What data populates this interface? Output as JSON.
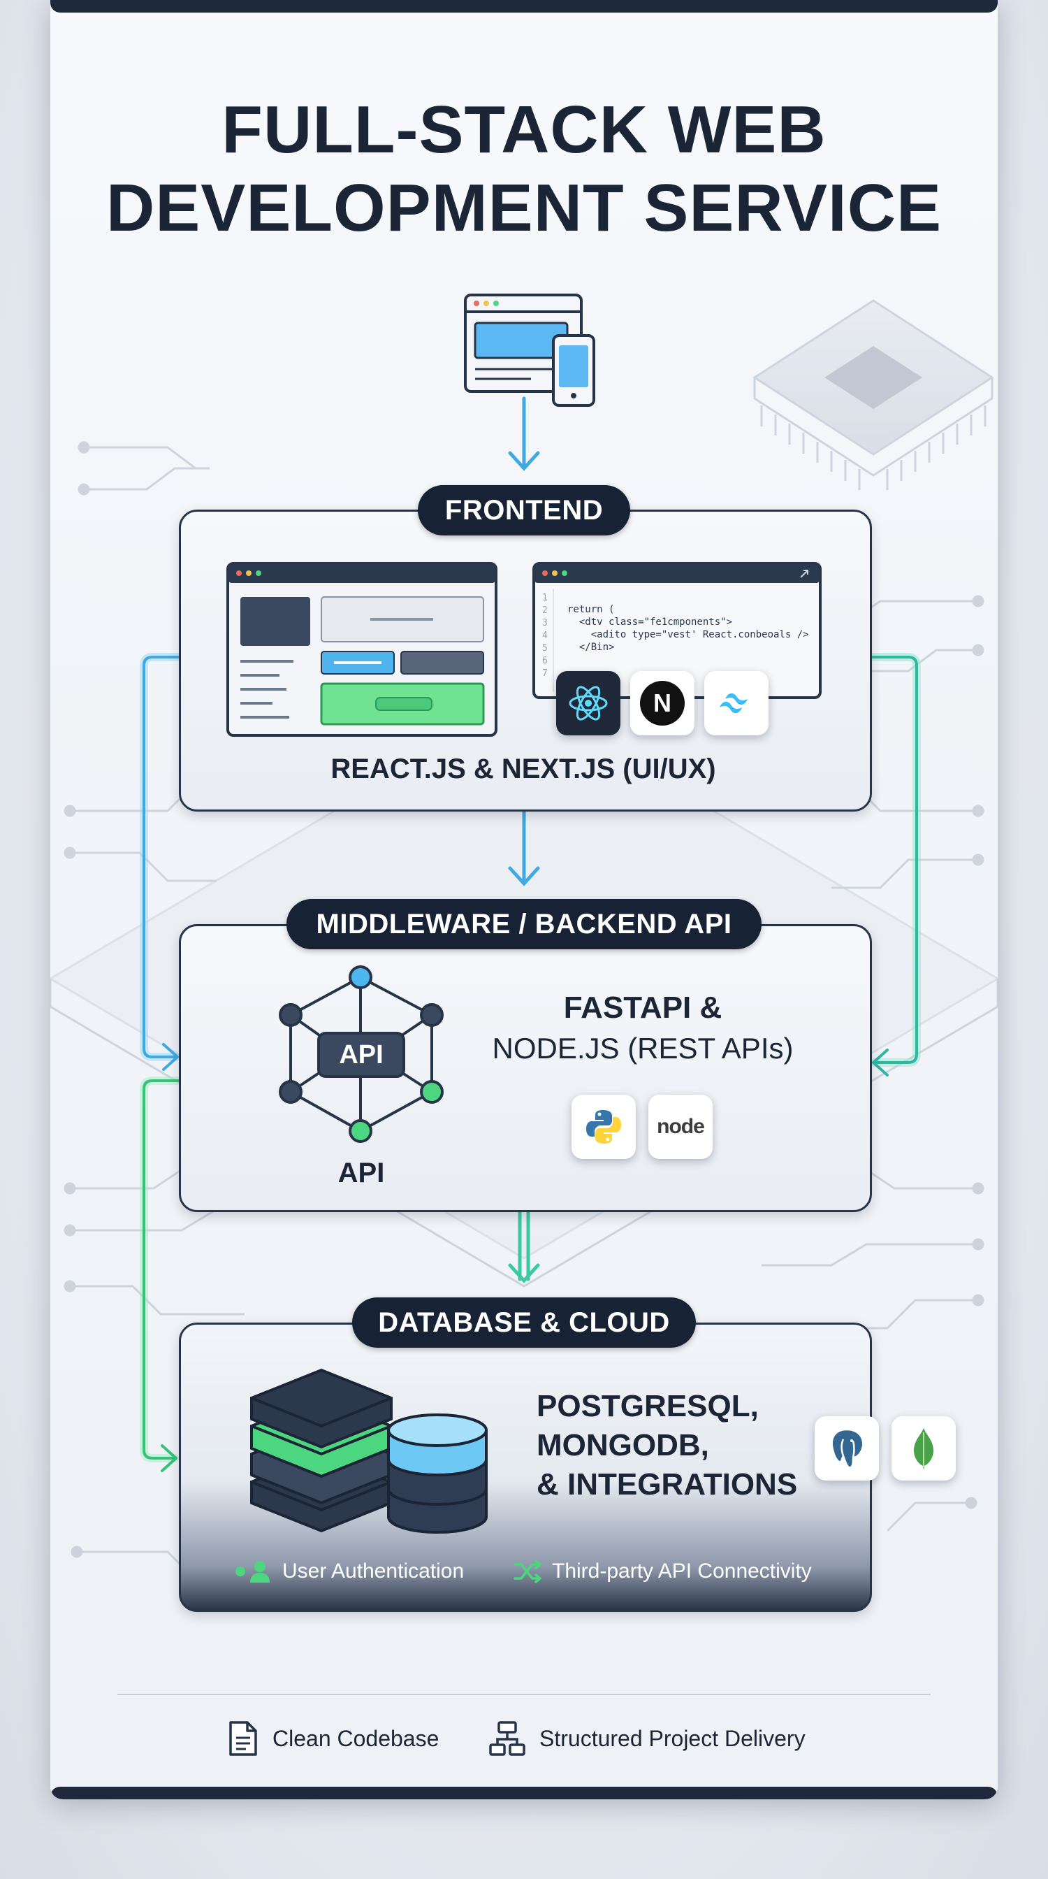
{
  "title": "FULL-STACK WEB\nDEVELOPMENT SERVICE",
  "frontend": {
    "pill": "FRONTEND",
    "caption": "REACT.JS & NEXT.JS (UI/UX)",
    "code_lines": [
      {
        "num": "1",
        "text": ""
      },
      {
        "num": "2",
        "text": "return ("
      },
      {
        "num": "3",
        "text": "  <dtv class=\"fe1cmponents\">"
      },
      {
        "num": "4",
        "text": "    <adito type=\"vest' React.conbeoals />"
      },
      {
        "num": "5",
        "text": "  </Bin>"
      },
      {
        "num": "6",
        "text": ""
      },
      {
        "num": "7",
        "text": ""
      }
    ],
    "logos": [
      "react-logo",
      "nextjs-logo",
      "tailwind-logo"
    ],
    "nextjs_letter": "N"
  },
  "middleware": {
    "pill": "MIDDLEWARE / BACKEND API",
    "heading_line1": "FASTAPI &",
    "heading_line2": "NODE.JS (REST APIs)",
    "hub_label": "API",
    "api_caption": "API",
    "logos": [
      "python-logo",
      "nodejs-logo"
    ],
    "node_text": "node"
  },
  "database": {
    "pill": "DATABASE & CLOUD",
    "heading_line1": "POSTGRESQL,",
    "heading_line2": "MONGODB,",
    "heading_line3": "& INTEGRATIONS",
    "logos": [
      "postgresql-logo",
      "mongodb-logo"
    ],
    "features": [
      {
        "icon": "user-auth-icon",
        "label": "User Authentication"
      },
      {
        "icon": "shuffle-icon",
        "label": "Third-party API Connectivity"
      }
    ]
  },
  "footer": {
    "items": [
      {
        "icon": "document-icon",
        "label": "Clean Codebase"
      },
      {
        "icon": "sitemap-icon",
        "label": "Structured Project Delivery"
      }
    ]
  },
  "colors": {
    "navy": "#172234",
    "accent_blue": "#3fb3f0",
    "accent_green": "#4cd67f",
    "panel_border": "#273448"
  }
}
